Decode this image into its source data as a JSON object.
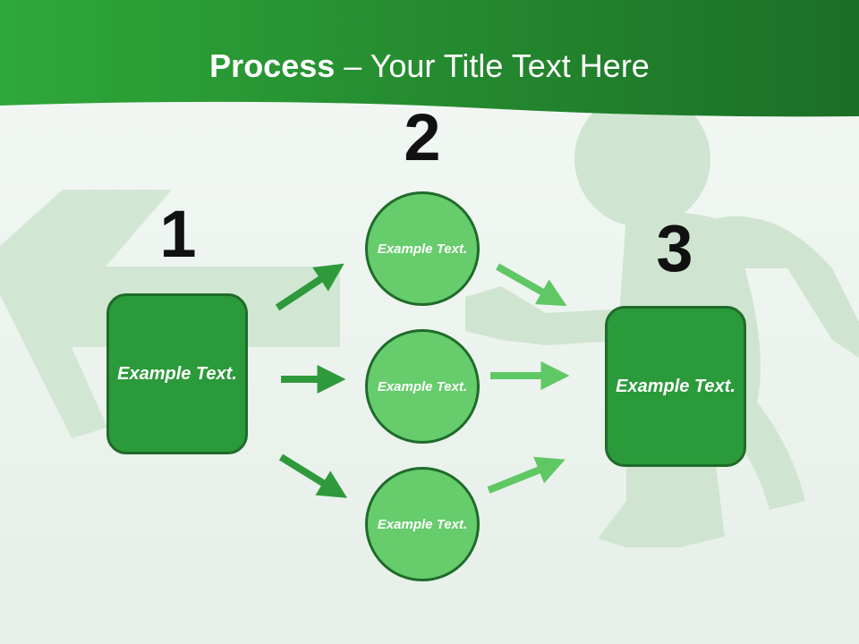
{
  "title": {
    "bold": "Process",
    "rest": " – Your Title Text Here"
  },
  "steps": [
    {
      "number": "1",
      "text": "Example Text."
    },
    {
      "number": "2"
    },
    {
      "number": "3",
      "text": "Example Text."
    }
  ],
  "circles": [
    {
      "text": "Example Text."
    },
    {
      "text": "Example Text."
    },
    {
      "text": "Example Text."
    }
  ],
  "colors": {
    "banner": "#1e8a2e",
    "box_fill": "#2b9a3a",
    "circle_fill": "#66cc6c",
    "arrow_dark": "#2f9a3c",
    "arrow_light": "#5fc865",
    "background": "#f3f8f4"
  }
}
